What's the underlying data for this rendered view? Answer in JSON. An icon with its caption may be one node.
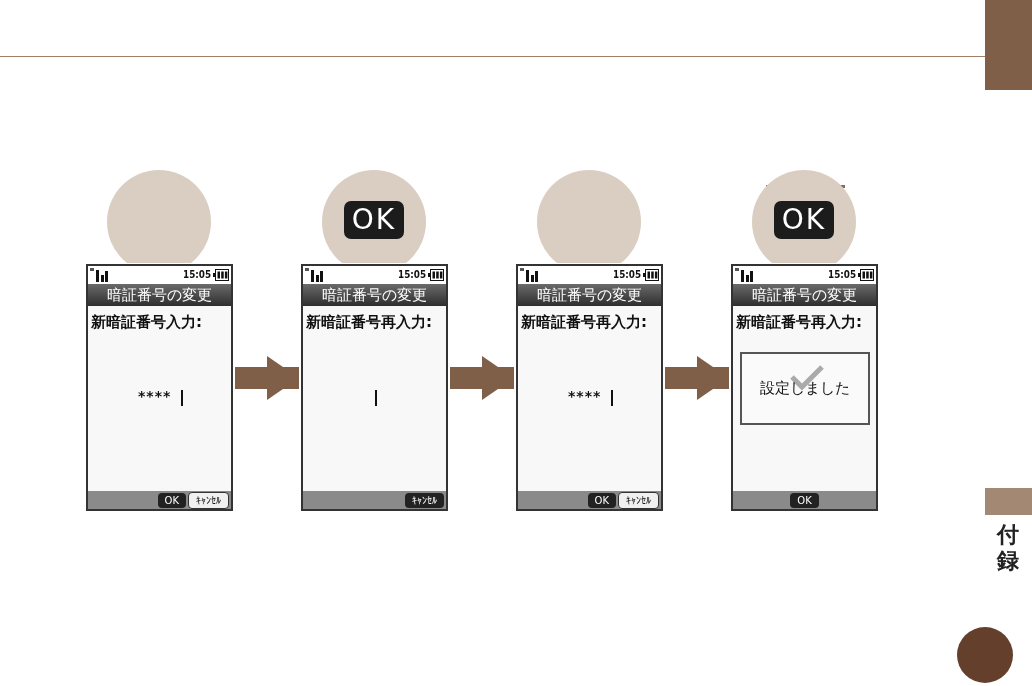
{
  "diagram": {
    "nodes": [
      {
        "text": [],
        "shape": "circle"
      },
      {
        "text": [
          "OK"
        ]
      },
      {
        "text": [],
        "shape": "circle"
      },
      {
        "text": [
          "OK"
        ]
      },
      {
        "text": [
          "15:05",
          "暗証番号の変更",
          "新暗証番号入力:",
          "****",
          "OK",
          "ｷｬﾝｾﾙ"
        ]
      },
      {
        "text": [
          "15:05",
          "暗証番号の変更",
          "新暗証番号再入力:",
          "ｷｬﾝｾﾙ"
        ]
      },
      {
        "text": [
          "15:05",
          "暗証番号の変更",
          "新暗証番号再入力:",
          "****",
          "OK",
          "ｷｬﾝｾﾙ"
        ]
      },
      {
        "text": [
          "15:05",
          "暗証番号の変更",
          "新暗証番号再入力:",
          "OK"
        ]
      },
      {
        "text": [
          "設定しました"
        ],
        "in": 7
      },
      {
        "text": [],
        "shape": "box"
      }
    ],
    "edges": [
      {
        "from": 4,
        "to": 5,
        "arrow": "to"
      },
      {
        "from": 5,
        "to": 6,
        "arrow": "to"
      },
      {
        "from": 6,
        "to": 7,
        "arrow": "to"
      }
    ],
    "labels": [
      "付録"
    ]
  }
}
